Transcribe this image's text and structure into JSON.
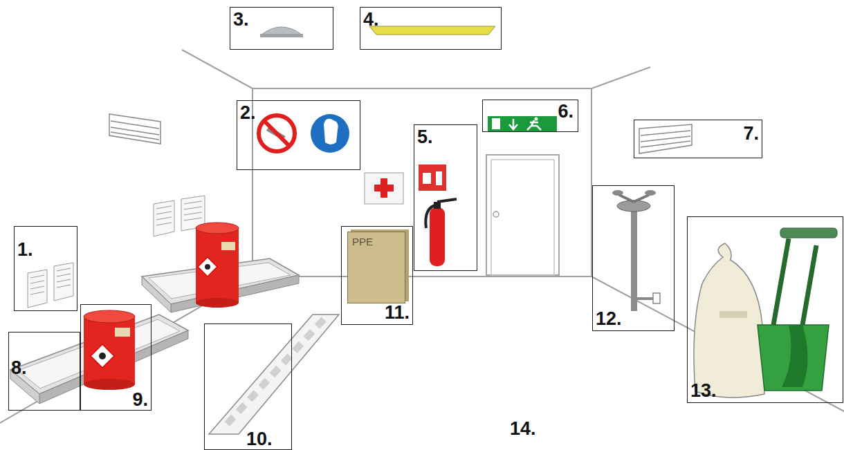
{
  "diagram": {
    "nodes": [
      {
        "text": [
          "3."
        ]
      },
      {
        "text": [
          "4."
        ]
      },
      {
        "text": [
          "2."
        ]
      },
      {
        "text": [
          "5."
        ]
      },
      {
        "text": [
          "6."
        ]
      },
      {
        "text": [
          "7."
        ]
      },
      {
        "text": [
          "1."
        ]
      },
      {
        "text": [
          "11."
        ]
      },
      {
        "text": [
          "PPE"
        ],
        "in": 7
      },
      {
        "text": [
          "12."
        ]
      },
      {
        "text": [
          "13."
        ]
      },
      {
        "text": [
          "8."
        ]
      },
      {
        "text": [
          "9."
        ]
      },
      {
        "text": [
          "10."
        ]
      }
    ],
    "labels": [
      "14."
    ]
  }
}
